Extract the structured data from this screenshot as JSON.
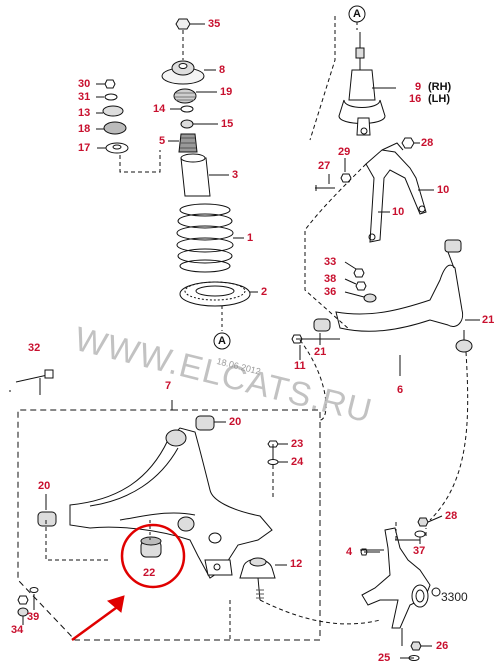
{
  "watermark": {
    "text": "WWW.ELCATS.RU",
    "date": "18.06.2012"
  },
  "marker_label": "A",
  "part_number": "3300",
  "callouts": [
    {
      "id": "35",
      "label": "35"
    },
    {
      "id": "8",
      "label": "8"
    },
    {
      "id": "30",
      "label": "30"
    },
    {
      "id": "31",
      "label": "31"
    },
    {
      "id": "19",
      "label": "19"
    },
    {
      "id": "13",
      "label": "13"
    },
    {
      "id": "14",
      "label": "14"
    },
    {
      "id": "15",
      "label": "15"
    },
    {
      "id": "18",
      "label": "18"
    },
    {
      "id": "5",
      "label": "5"
    },
    {
      "id": "17",
      "label": "17"
    },
    {
      "id": "3",
      "label": "3"
    },
    {
      "id": "1",
      "label": "1"
    },
    {
      "id": "2",
      "label": "2"
    },
    {
      "id": "9",
      "label": "9"
    },
    {
      "id": "9rh",
      "label": "(RH)"
    },
    {
      "id": "16",
      "label": "16"
    },
    {
      "id": "16lh",
      "label": "(LH)"
    },
    {
      "id": "28a",
      "label": "28"
    },
    {
      "id": "29",
      "label": "29"
    },
    {
      "id": "27",
      "label": "27"
    },
    {
      "id": "10a",
      "label": "10"
    },
    {
      "id": "10b",
      "label": "10"
    },
    {
      "id": "33",
      "label": "33"
    },
    {
      "id": "38",
      "label": "38"
    },
    {
      "id": "36",
      "label": "36"
    },
    {
      "id": "21a",
      "label": "21"
    },
    {
      "id": "21b",
      "label": "21"
    },
    {
      "id": "11",
      "label": "11"
    },
    {
      "id": "6",
      "label": "6"
    },
    {
      "id": "32",
      "label": "32"
    },
    {
      "id": "7",
      "label": "7"
    },
    {
      "id": "20a",
      "label": "20"
    },
    {
      "id": "23",
      "label": "23"
    },
    {
      "id": "24",
      "label": "24"
    },
    {
      "id": "20b",
      "label": "20"
    },
    {
      "id": "22",
      "label": "22"
    },
    {
      "id": "12",
      "label": "12"
    },
    {
      "id": "28b",
      "label": "28"
    },
    {
      "id": "4",
      "label": "4"
    },
    {
      "id": "37",
      "label": "37"
    },
    {
      "id": "34",
      "label": "34"
    },
    {
      "id": "39",
      "label": "39"
    },
    {
      "id": "26",
      "label": "26"
    },
    {
      "id": "25",
      "label": "25"
    }
  ],
  "colors": {
    "callout": "#c8102e",
    "line": "#111111",
    "highlight": "#e00000",
    "watermark": "#b8b8b8"
  }
}
